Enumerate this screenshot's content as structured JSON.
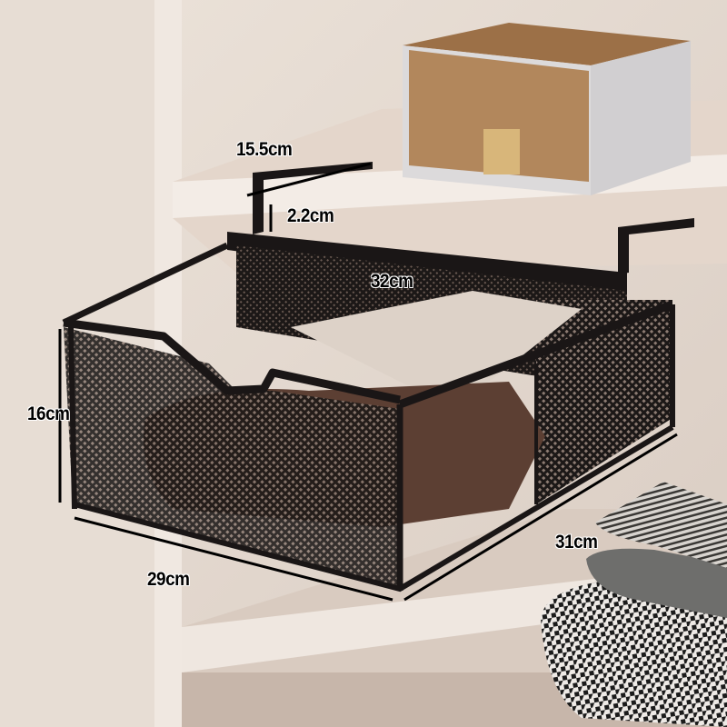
{
  "product": {
    "description": "Under-shelf hanging black mesh storage basket",
    "color_accent": "#1a1616"
  },
  "dimensions": {
    "hook_length": "15.5cm",
    "hook_gap": "2.2cm",
    "width": "32cm",
    "height": "16cm",
    "front_width": "29cm",
    "depth": "31cm"
  },
  "scene_items": {
    "box": "Tan storage box with white frame on upper shelf",
    "clothes_in_basket": "Folded brown garments",
    "clothes_on_shelf": "Folded houndstooth, grey, and striped knit garments"
  },
  "colors": {
    "wall": "#e6dcd3",
    "shelf_top": "#e9ddd4",
    "shelf_edge": "#f4ede7",
    "box_tan": "#b2875c",
    "box_frame": "#dcdadb",
    "mesh": "#1c1817",
    "clothes_brown": "#5c3f33"
  }
}
